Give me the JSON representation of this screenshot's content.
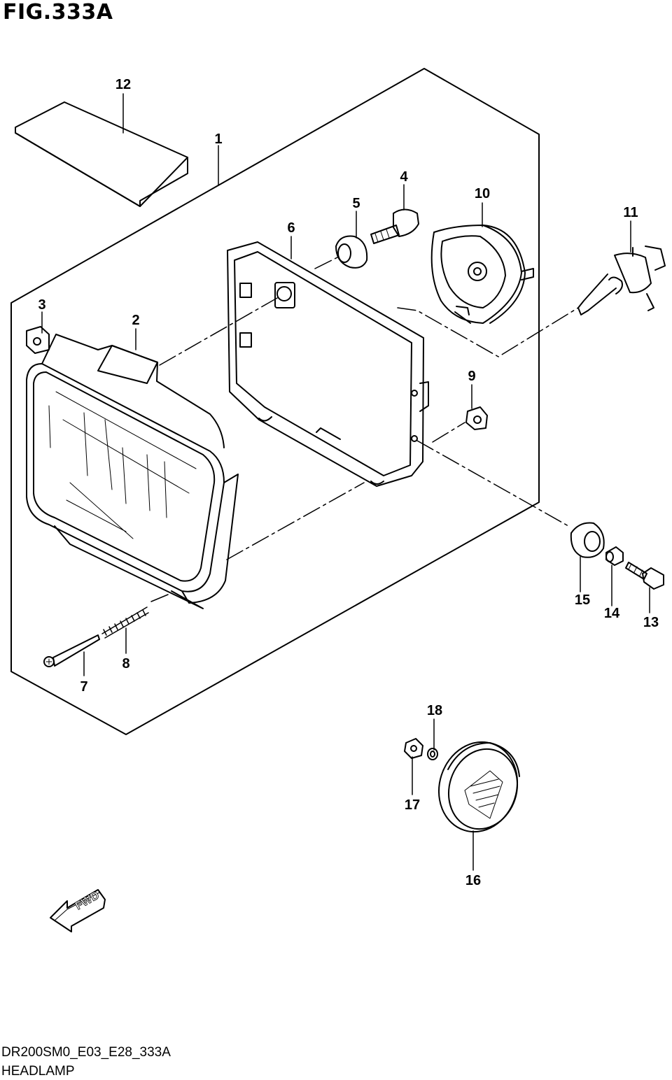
{
  "figure": {
    "title": "FIG.333A"
  },
  "callouts": [
    {
      "id": "1",
      "label": "1"
    },
    {
      "id": "2",
      "label": "2"
    },
    {
      "id": "3",
      "label": "3"
    },
    {
      "id": "4",
      "label": "4"
    },
    {
      "id": "5",
      "label": "5"
    },
    {
      "id": "6",
      "label": "6"
    },
    {
      "id": "7",
      "label": "7"
    },
    {
      "id": "8",
      "label": "8"
    },
    {
      "id": "9",
      "label": "9"
    },
    {
      "id": "10",
      "label": "10"
    },
    {
      "id": "11",
      "label": "11"
    },
    {
      "id": "12",
      "label": "12"
    },
    {
      "id": "13",
      "label": "13"
    },
    {
      "id": "14",
      "label": "14"
    },
    {
      "id": "15",
      "label": "15"
    },
    {
      "id": "16",
      "label": "16"
    },
    {
      "id": "17",
      "label": "17"
    },
    {
      "id": "18",
      "label": "18"
    }
  ],
  "fwd_arrow": {
    "label": "FWD"
  },
  "footer": {
    "code": "DR200SM0_E03_E28_333A",
    "name": "HEADLAMP"
  }
}
